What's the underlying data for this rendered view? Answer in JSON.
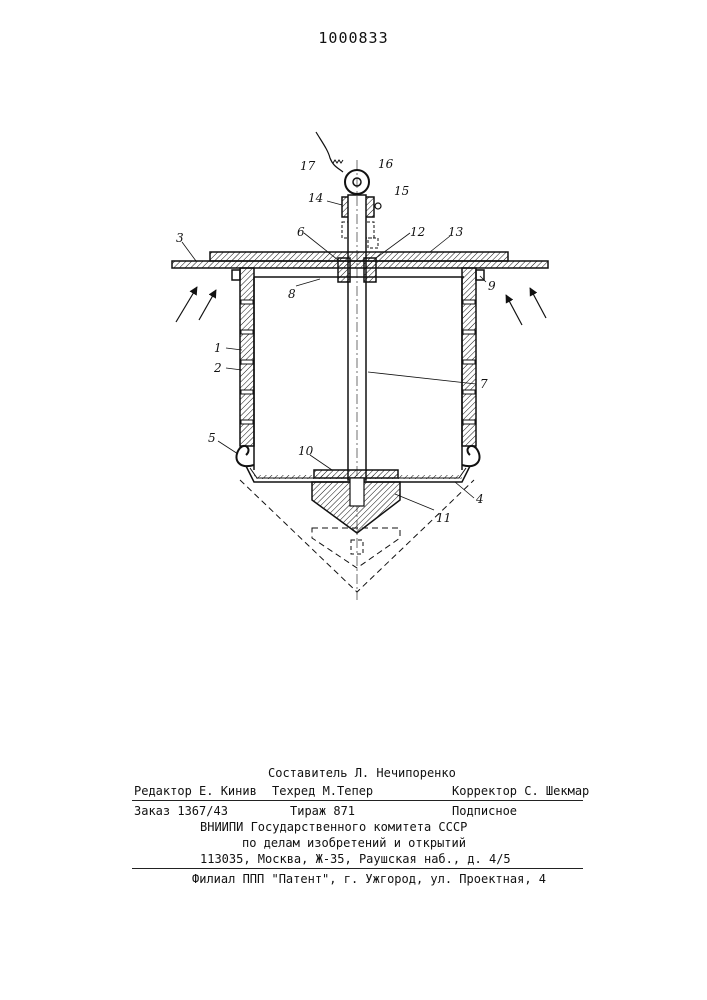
{
  "document": {
    "patent_number": "1000833"
  },
  "drawing": {
    "labels": {
      "l1": "1",
      "l2": "2",
      "l3": "3",
      "l4": "4",
      "l5": "5",
      "l6": "6",
      "l7": "7",
      "l8": "8",
      "l9": "9",
      "l10": "10",
      "l11": "11",
      "l12": "12",
      "l13": "13",
      "l14": "14",
      "l15": "15",
      "l16": "16",
      "l17": "17"
    }
  },
  "imprint": {
    "compiler": "Составитель Л. Нечипоренко",
    "editor": "Редактор Е. Кинив",
    "techred": "Техред М.Тепер",
    "corrector": "Корректор С. Шекмар",
    "order": "Заказ 1367/43",
    "circulation": "Тираж 871",
    "subscription": "Подписное",
    "org_line1": "ВНИИПИ Государственного комитета СССР",
    "org_line2": "по делам изобретений и открытий",
    "address": "113035, Москва, Ж-35, Раушская наб., д. 4/5",
    "branch": "Филиал ППП \"Патент\", г. Ужгород, ул. Проектная, 4"
  }
}
